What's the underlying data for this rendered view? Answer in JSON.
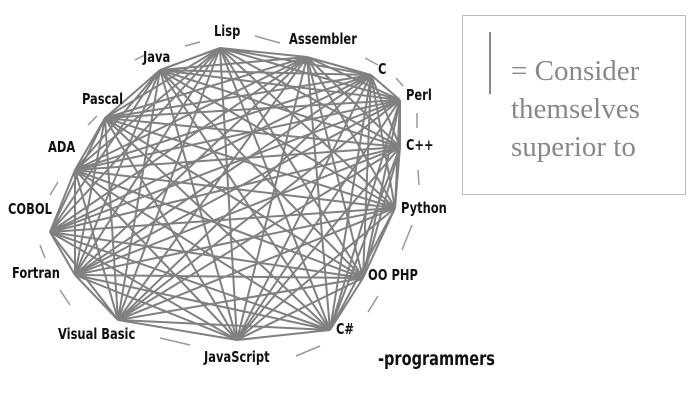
{
  "nodes": [
    "Lisp",
    "Assembler",
    "C",
    "Perl",
    "C++",
    "Python",
    "OO PHP",
    "C#",
    "JavaScript",
    "Visual Basic",
    "Fortran",
    "COBOL",
    "ADA",
    "Pascal",
    "Java"
  ],
  "legend": {
    "line1": "= Consider",
    "line2": "themselves",
    "line3": "superior to"
  },
  "suffix": "-programmers",
  "colors": {
    "edge": "#808080",
    "text": "#111111",
    "legend_text": "#888888"
  }
}
